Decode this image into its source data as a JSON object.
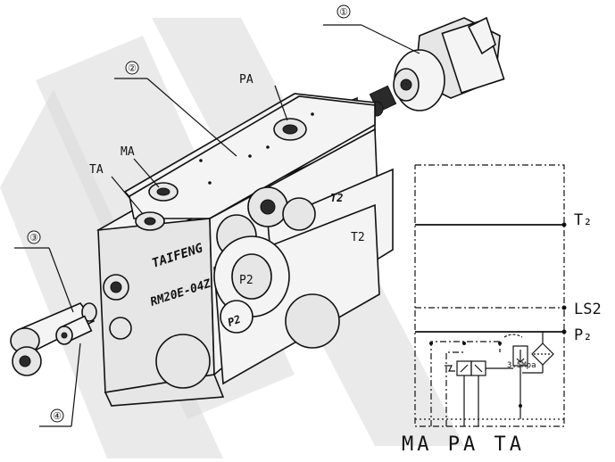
{
  "callouts": {
    "c1": "①",
    "c2": "②",
    "c3": "③",
    "c4": "④"
  },
  "block": {
    "brand": "TAIFENG",
    "model": "RM20E-04Z"
  },
  "port_labels": {
    "pa": "PA",
    "ma": "MA",
    "ta": "TA",
    "t2_body": "T2",
    "t2_side": "T2",
    "p2_body": "P2",
    "p2_bottom": "P2"
  },
  "schematic": {
    "t2": "T₂",
    "ls2": "LS2",
    "p2": "P₂",
    "pressure": "3.5Mpa",
    "bottom_labels": "MA PA TA"
  }
}
